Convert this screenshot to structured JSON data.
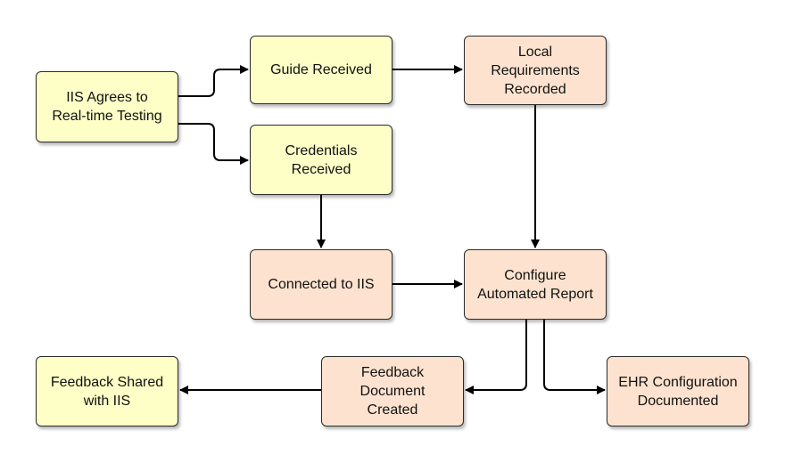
{
  "nodes": {
    "iis_agrees": "IIS Agrees to\nReal-time Testing",
    "guide_received": "Guide Received",
    "local_requirements": "Local\nRequirements\nRecorded",
    "credentials_received": "Credentials\nReceived",
    "connected_to_iis": "Connected to IIS",
    "configure_report": "Configure\nAutomated Report",
    "feedback_shared": "Feedback Shared\nwith IIS",
    "feedback_document": "Feedback\nDocument\nCreated",
    "ehr_configuration": "EHR Configuration\nDocumented"
  },
  "colors": {
    "yellow_fill": "#fdffc6",
    "peach_fill": "#fde3cf",
    "stroke": "#2b2b2b",
    "connector": "#000000"
  }
}
